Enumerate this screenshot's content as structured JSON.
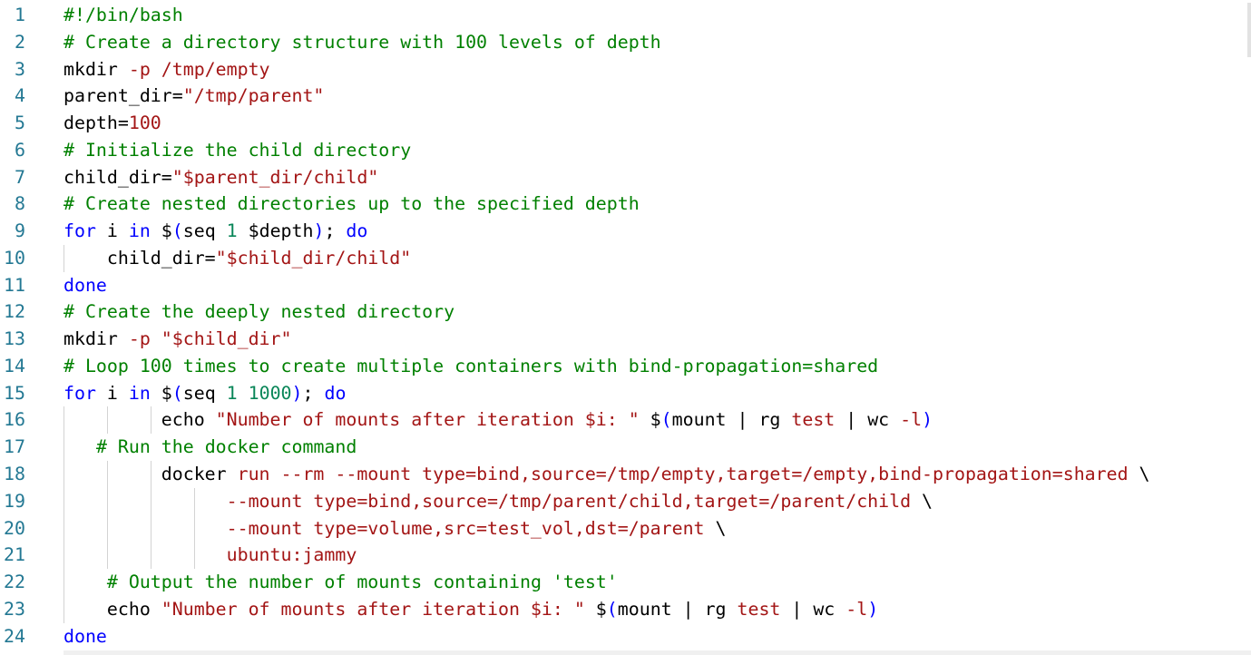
{
  "editor": {
    "language": "bash",
    "colors": {
      "keyword": "#0000ff",
      "comment": "#008000",
      "string": "#a31515",
      "number": "#098658",
      "plain": "#000000",
      "line_number": "#237893"
    },
    "lines": [
      [
        [
          "c",
          "#!/bin/bash"
        ]
      ],
      [
        [
          "c",
          "# Create a directory structure with 100 levels of depth"
        ]
      ],
      [
        [
          "p",
          "mkdir "
        ],
        [
          "s",
          "-p /tmp/empty"
        ]
      ],
      [
        [
          "p",
          "parent_dir="
        ],
        [
          "s",
          "\"/tmp/parent\""
        ]
      ],
      [
        [
          "p",
          "depth="
        ],
        [
          "s",
          "100"
        ]
      ],
      [
        [
          "c",
          "# Initialize the child directory"
        ]
      ],
      [
        [
          "p",
          "child_dir="
        ],
        [
          "s",
          "\"$parent_dir/child\""
        ]
      ],
      [
        [
          "c",
          "# Create nested directories up to the specified depth"
        ]
      ],
      [
        [
          "k",
          "for"
        ],
        [
          "p",
          " i "
        ],
        [
          "k",
          "in"
        ],
        [
          "p",
          " $"
        ],
        [
          "k",
          "("
        ],
        [
          "p",
          "seq "
        ],
        [
          "n",
          "1"
        ],
        [
          "p",
          " $depth"
        ],
        [
          "k",
          ")"
        ],
        [
          "p",
          "; "
        ],
        [
          "k",
          "do"
        ]
      ],
      [
        [
          "p",
          "    child_dir="
        ],
        [
          "s",
          "\"$child_dir/child\""
        ]
      ],
      [
        [
          "k",
          "done"
        ]
      ],
      [
        [
          "c",
          "# Create the deeply nested directory"
        ]
      ],
      [
        [
          "p",
          "mkdir "
        ],
        [
          "s",
          "-p \"$child_dir\""
        ]
      ],
      [
        [
          "c",
          "# Loop 100 times to create multiple containers with bind-propagation=shared"
        ]
      ],
      [
        [
          "k",
          "for"
        ],
        [
          "p",
          " i "
        ],
        [
          "k",
          "in"
        ],
        [
          "p",
          " $"
        ],
        [
          "k",
          "("
        ],
        [
          "p",
          "seq "
        ],
        [
          "n",
          "1 1000"
        ],
        [
          "k",
          ")"
        ],
        [
          "p",
          "; "
        ],
        [
          "k",
          "do"
        ]
      ],
      [
        [
          "p",
          "         echo "
        ],
        [
          "s",
          "\"Number of mounts after iteration $i: \""
        ],
        [
          "p",
          " $"
        ],
        [
          "k",
          "("
        ],
        [
          "p",
          "mount | rg "
        ],
        [
          "s",
          "test"
        ],
        [
          "p",
          " | wc "
        ],
        [
          "s",
          "-l"
        ],
        [
          "k",
          ")"
        ]
      ],
      [
        [
          "p",
          "   "
        ],
        [
          "c",
          "# Run the docker command"
        ]
      ],
      [
        [
          "p",
          "         docker "
        ],
        [
          "s",
          "run --rm --mount type=bind,source=/tmp/empty,target=/empty,bind-propagation=shared"
        ],
        [
          "p",
          " \\"
        ]
      ],
      [
        [
          "s",
          "               --mount type=bind,source=/tmp/parent/child,target=/parent/child"
        ],
        [
          "p",
          " \\"
        ]
      ],
      [
        [
          "s",
          "               --mount type=volume,src=test_vol,dst=/parent"
        ],
        [
          "p",
          " \\"
        ]
      ],
      [
        [
          "s",
          "               ubuntu:jammy"
        ]
      ],
      [
        [
          "p",
          "    "
        ],
        [
          "c",
          "# Output the number of mounts containing 'test'"
        ]
      ],
      [
        [
          "p",
          "    echo "
        ],
        [
          "s",
          "\"Number of mounts after iteration $i: \""
        ],
        [
          "p",
          " $"
        ],
        [
          "k",
          "("
        ],
        [
          "p",
          "mount | rg "
        ],
        [
          "s",
          "test"
        ],
        [
          "p",
          " | wc "
        ],
        [
          "s",
          "-l"
        ],
        [
          "k",
          ")"
        ]
      ],
      [
        [
          "k",
          "done"
        ]
      ]
    ]
  }
}
